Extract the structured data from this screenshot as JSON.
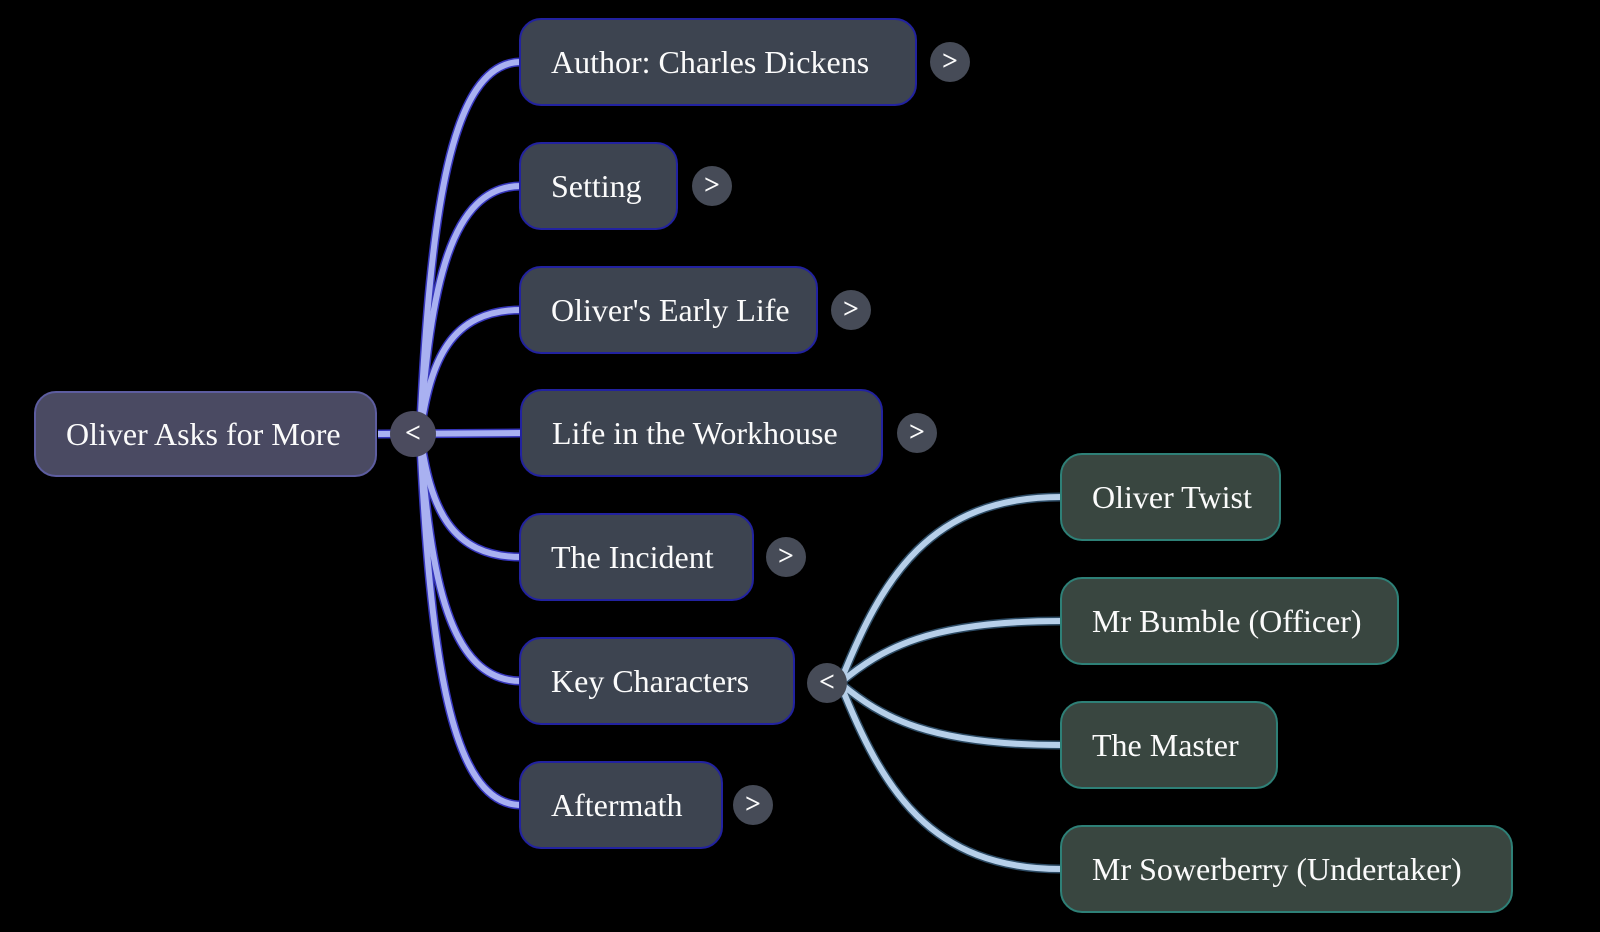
{
  "diagram_type": "mindmap",
  "root": {
    "label": "Oliver Asks for More",
    "toggle": "<"
  },
  "branches": [
    {
      "label": "Author: Charles Dickens",
      "toggle": ">"
    },
    {
      "label": "Setting",
      "toggle": ">"
    },
    {
      "label": "Oliver's Early Life",
      "toggle": ">"
    },
    {
      "label": "Life in the Workhouse",
      "toggle": ">"
    },
    {
      "label": "The Incident",
      "toggle": ">"
    },
    {
      "label": "Key Characters",
      "toggle": "<",
      "children": [
        {
          "label": "Oliver Twist"
        },
        {
          "label": "Mr Bumble (Officer)"
        },
        {
          "label": "The Master"
        },
        {
          "label": "Mr Sowerberry (Undertaker)"
        }
      ]
    },
    {
      "label": "Aftermath",
      "toggle": ">"
    }
  ],
  "colors": {
    "bg": "#000000",
    "text": "#fbfbfb",
    "root-fill": "#4a4a62",
    "root-border": "#5d5da0",
    "child-fill": "#3d4450",
    "child-border": "#2222a0",
    "grandchild-fill": "#394640",
    "grandchild-border": "#2e8077",
    "button-fill": "#464b57",
    "root-button-fill": "#4b4b5e",
    "edge1-light": "#a9b1f1",
    "edge1-dark": "#3636bb",
    "edge2-light": "#b6cfe9",
    "edge2-dark": "#2c4a63"
  }
}
